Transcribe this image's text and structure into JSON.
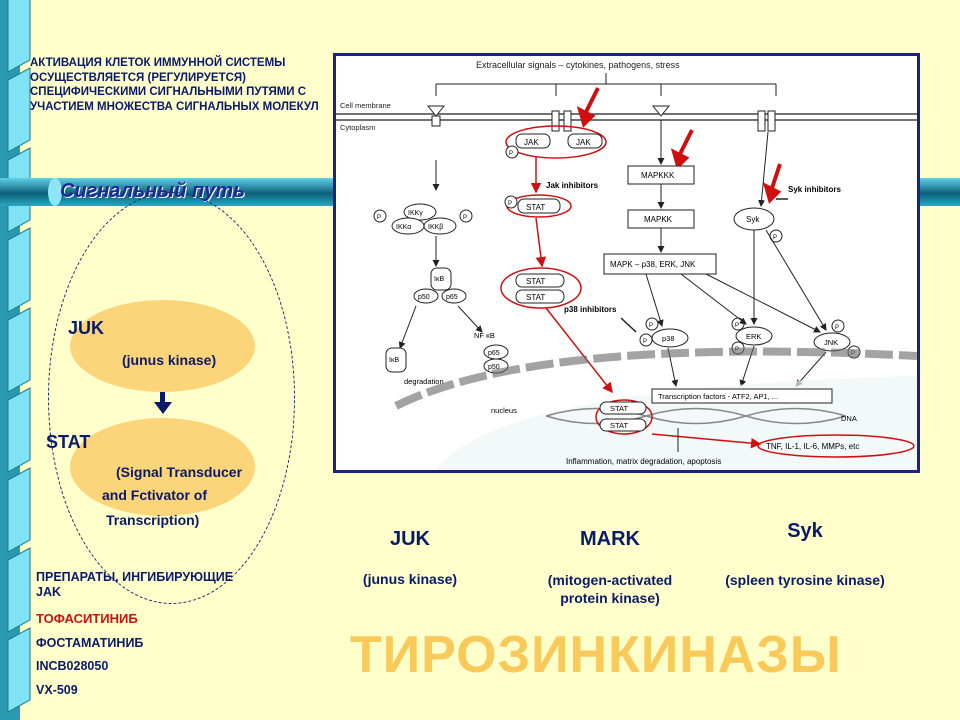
{
  "intro_text": "АКТИВАЦИЯ КЛЕТОК ИММУННОЙ СИСТЕМЫ ОСУЩЕСТВЛЯЕТСЯ (РЕГУЛИРУЕТСЯ) СПЕЦИФИЧЕСКИМИ СИГНАЛЬНЫМИ ПУТЯМИ С УЧАСТИЕМ МНОЖЕСТВА СИГНАЛЬНЫХ МОЛЕКУЛ",
  "signal_path_label": "Сигнальный путь",
  "left_flow": {
    "juk_title": "JUK",
    "juk_sub": "(junus kinase)",
    "stat_title": "STAT",
    "stat_sub_line1": "(Signal Transducer",
    "stat_sub_line2": "and Fctivator of",
    "stat_sub_line3": "Transcription)"
  },
  "drugs": {
    "heading": "ПРЕПАРАТЫ, ИНГИБИРУЮЩИЕ JAK",
    "items": [
      "ТОФАСИТИНИБ",
      "ФОСТАМАТИНИБ",
      "INCB028050",
      "VX-509"
    ],
    "highlight_color": "#d01010"
  },
  "kinases": [
    {
      "name": "JUK",
      "desc": "(junus kinase)"
    },
    {
      "name": "MARK",
      "desc": "(mitogen-activated protein kinase)"
    },
    {
      "name": "Syk",
      "desc": "(spleen tyrosine kinase)"
    }
  ],
  "big_title": "ТИРОЗИНКИНАЗЫ",
  "diagram": {
    "extracellular": "Extracellular signals – cytokines, pathogens, stress",
    "cell_membrane": "Cell membrane",
    "cytoplasm": "Cytoplasm",
    "jak": "JAK",
    "jak_inhibitors": "Jak inhibitors",
    "stat": "STAT",
    "mapkkk": "MAPKKK",
    "mapkk": "MAPKK",
    "mapk": "MAPK – p38, ERK, JNK",
    "syk": "Syk",
    "syk_inhibitors": "Syk inhibitors",
    "ikkg": "IKKγ",
    "ikka": "IKKα",
    "ikkb": "IKKβ",
    "ikb": "IκB",
    "p50": "p50",
    "p65": "p65",
    "nfkb": "NF κB",
    "ikb_degradation": "degradation",
    "p38_inhibitors": "p38 inhibitors",
    "p38": "p38",
    "erk": "ERK",
    "jnk": "JNK",
    "p": "P",
    "nucleus": "nucleus",
    "transcription_factors": "Transcription factors - ATF2, AP1, ...",
    "dna": "DNA",
    "cytokines": "TNF, IL-1, IL-6, MMPs, etc",
    "inflammation": "Inflammation, matrix degradation, apoptosis"
  },
  "colors": {
    "accent_red": "#d01010",
    "panel_border": "#1a237e",
    "text_blue": "#0a1a6a",
    "bar_teal": "#2a9ab0"
  }
}
